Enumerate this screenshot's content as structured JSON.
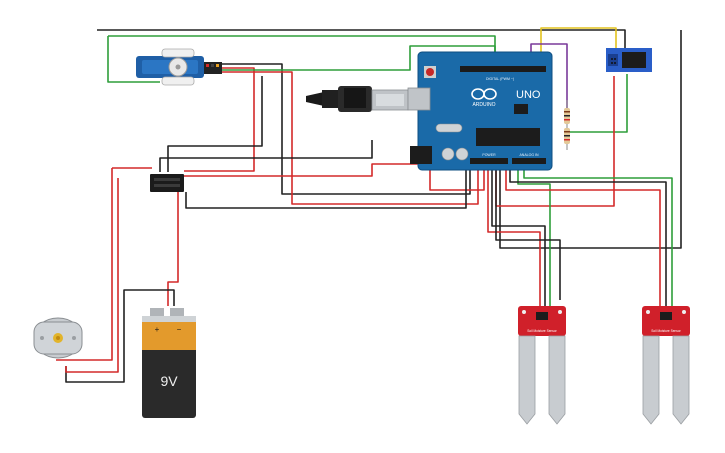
{
  "arduino": {
    "brand": "UNO",
    "digital_header": "DIGITAL (PWM ~)",
    "power_header": "POWER",
    "analog_header": "ANALOG IN",
    "logo_text": "ARDUINO"
  },
  "battery": {
    "voltage_label": "9V",
    "plus": "+",
    "minus": "−"
  },
  "sensor_1": {
    "label": "Soil Moisture Sensor"
  },
  "sensor_2": {
    "label": "Soil Moisture Sensor"
  },
  "colors": {
    "wire_red": "#d32a2a",
    "wire_black": "#222222",
    "wire_green": "#2e9e3a",
    "wire_yellow": "#e2c21e",
    "wire_purple": "#7a3a9a",
    "arduino_blue": "#1a6aa8",
    "sensor_red": "#d0202a",
    "esp_blue": "#2a5ec8"
  }
}
